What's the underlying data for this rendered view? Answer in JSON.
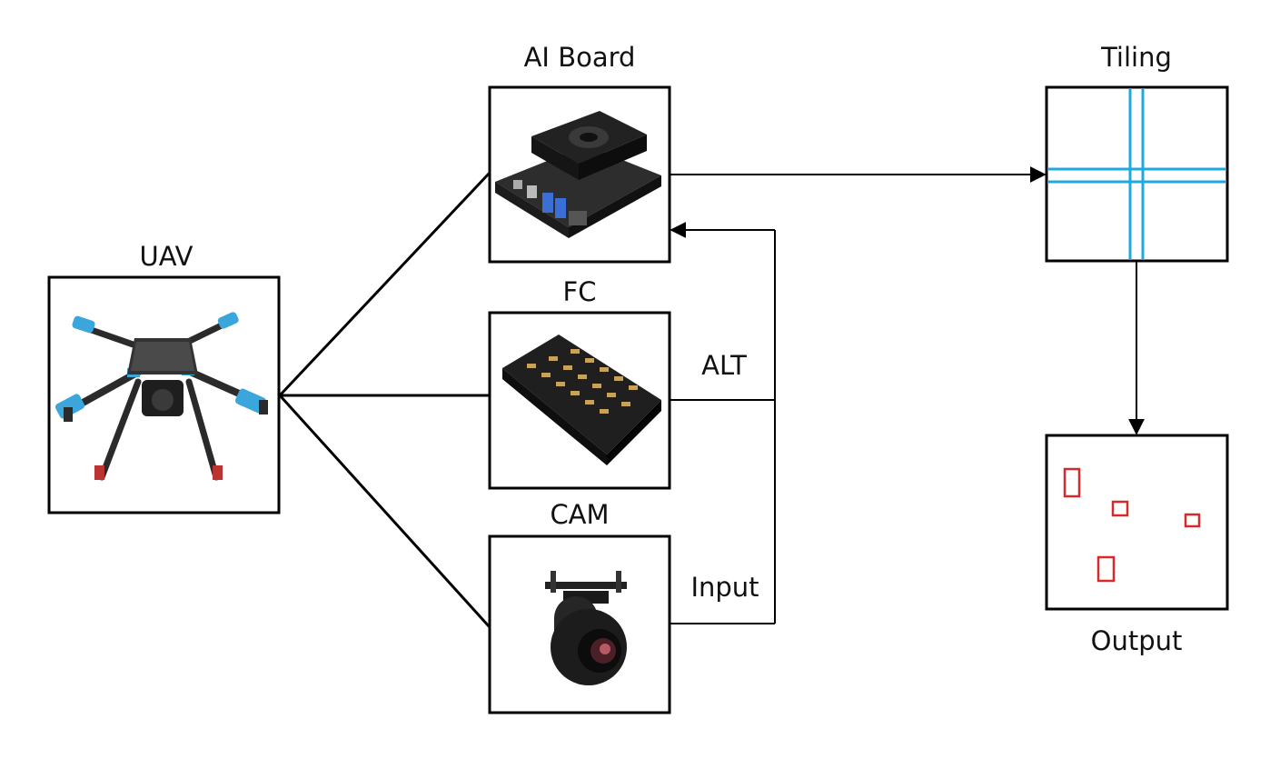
{
  "nodes": {
    "uav": {
      "label": "UAV"
    },
    "ai_board": {
      "label": "AI Board"
    },
    "fc": {
      "label": "FC"
    },
    "cam": {
      "label": "CAM"
    },
    "tiling": {
      "label": "Tiling"
    },
    "output": {
      "label": "Output"
    }
  },
  "edges": {
    "alt": {
      "label": "ALT"
    },
    "input": {
      "label": "Input"
    }
  },
  "colors": {
    "tiling_lines": "#1fa8e0",
    "detections": "#d42a2a",
    "drone_accent": "#3aa6dc"
  }
}
